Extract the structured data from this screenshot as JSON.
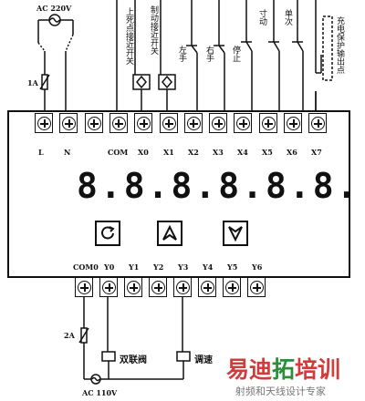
{
  "power": {
    "input_voltage": "AC 220V",
    "input_fuse": "1A",
    "output_voltage": "AC 110V",
    "output_fuse": "2A"
  },
  "inputs": {
    "upper_dead_switch": "上死点接近开关",
    "brake_switch": "制动接近开关",
    "left_hand": "左手",
    "right_hand": "右手",
    "stop": "停止",
    "inching": "寸动",
    "single": "单次",
    "protect_output": "充电保护输出点"
  },
  "top_terminals": [
    "L",
    "N",
    "",
    "COM",
    "X0",
    "X1",
    "X2",
    "X3",
    "X4",
    "X5",
    "X6",
    "X7"
  ],
  "display": {
    "digits": "8.8.8.8.8.8."
  },
  "keys": [
    {
      "name": "cycle-key",
      "icon": "rotate-icon"
    },
    {
      "name": "up-key",
      "icon": "up-arrow-icon"
    },
    {
      "name": "down-key",
      "icon": "down-arrow-icon"
    }
  ],
  "bottom_terminals": [
    "COM0",
    "Y0",
    "Y1",
    "Y2",
    "Y3",
    "Y4",
    "Y5",
    "Y6"
  ],
  "loads": {
    "double_valve": "双联阀",
    "adjust": "调速"
  },
  "watermark": {
    "brand": [
      "易迪",
      "拓",
      "培训"
    ],
    "tagline": "射频和天线设计专家"
  }
}
